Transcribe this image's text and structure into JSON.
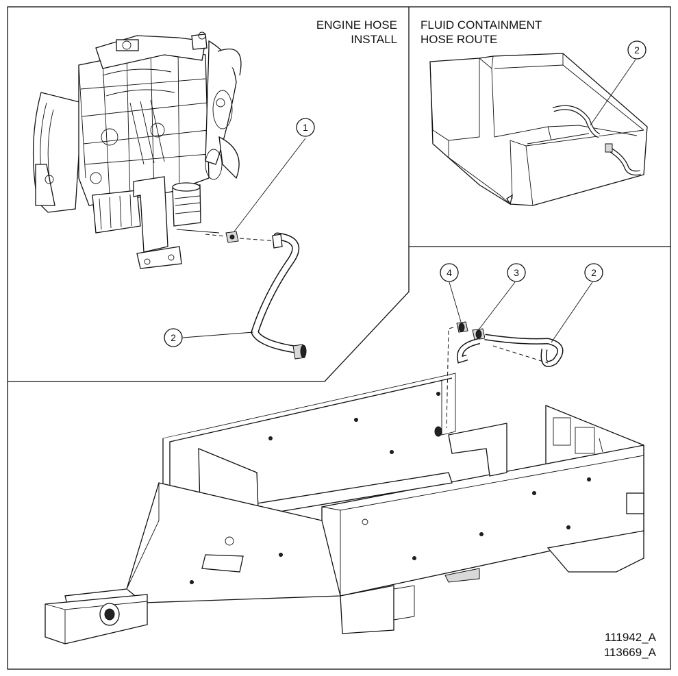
{
  "panels": {
    "engine": {
      "title_line1": "ENGINE HOSE",
      "title_line2": "INSTALL"
    },
    "containment": {
      "title_line1": "FLUID CONTAINMENT",
      "title_line2": "HOSE ROUTE"
    }
  },
  "callouts": {
    "engine_fitting": "1",
    "engine_hose": "2",
    "containment_hose": "2",
    "frame_hose": "2",
    "frame_adapter": "3",
    "frame_cap": "4"
  },
  "drawing_numbers": {
    "line1": "111942_A",
    "line2": "113669_A"
  }
}
